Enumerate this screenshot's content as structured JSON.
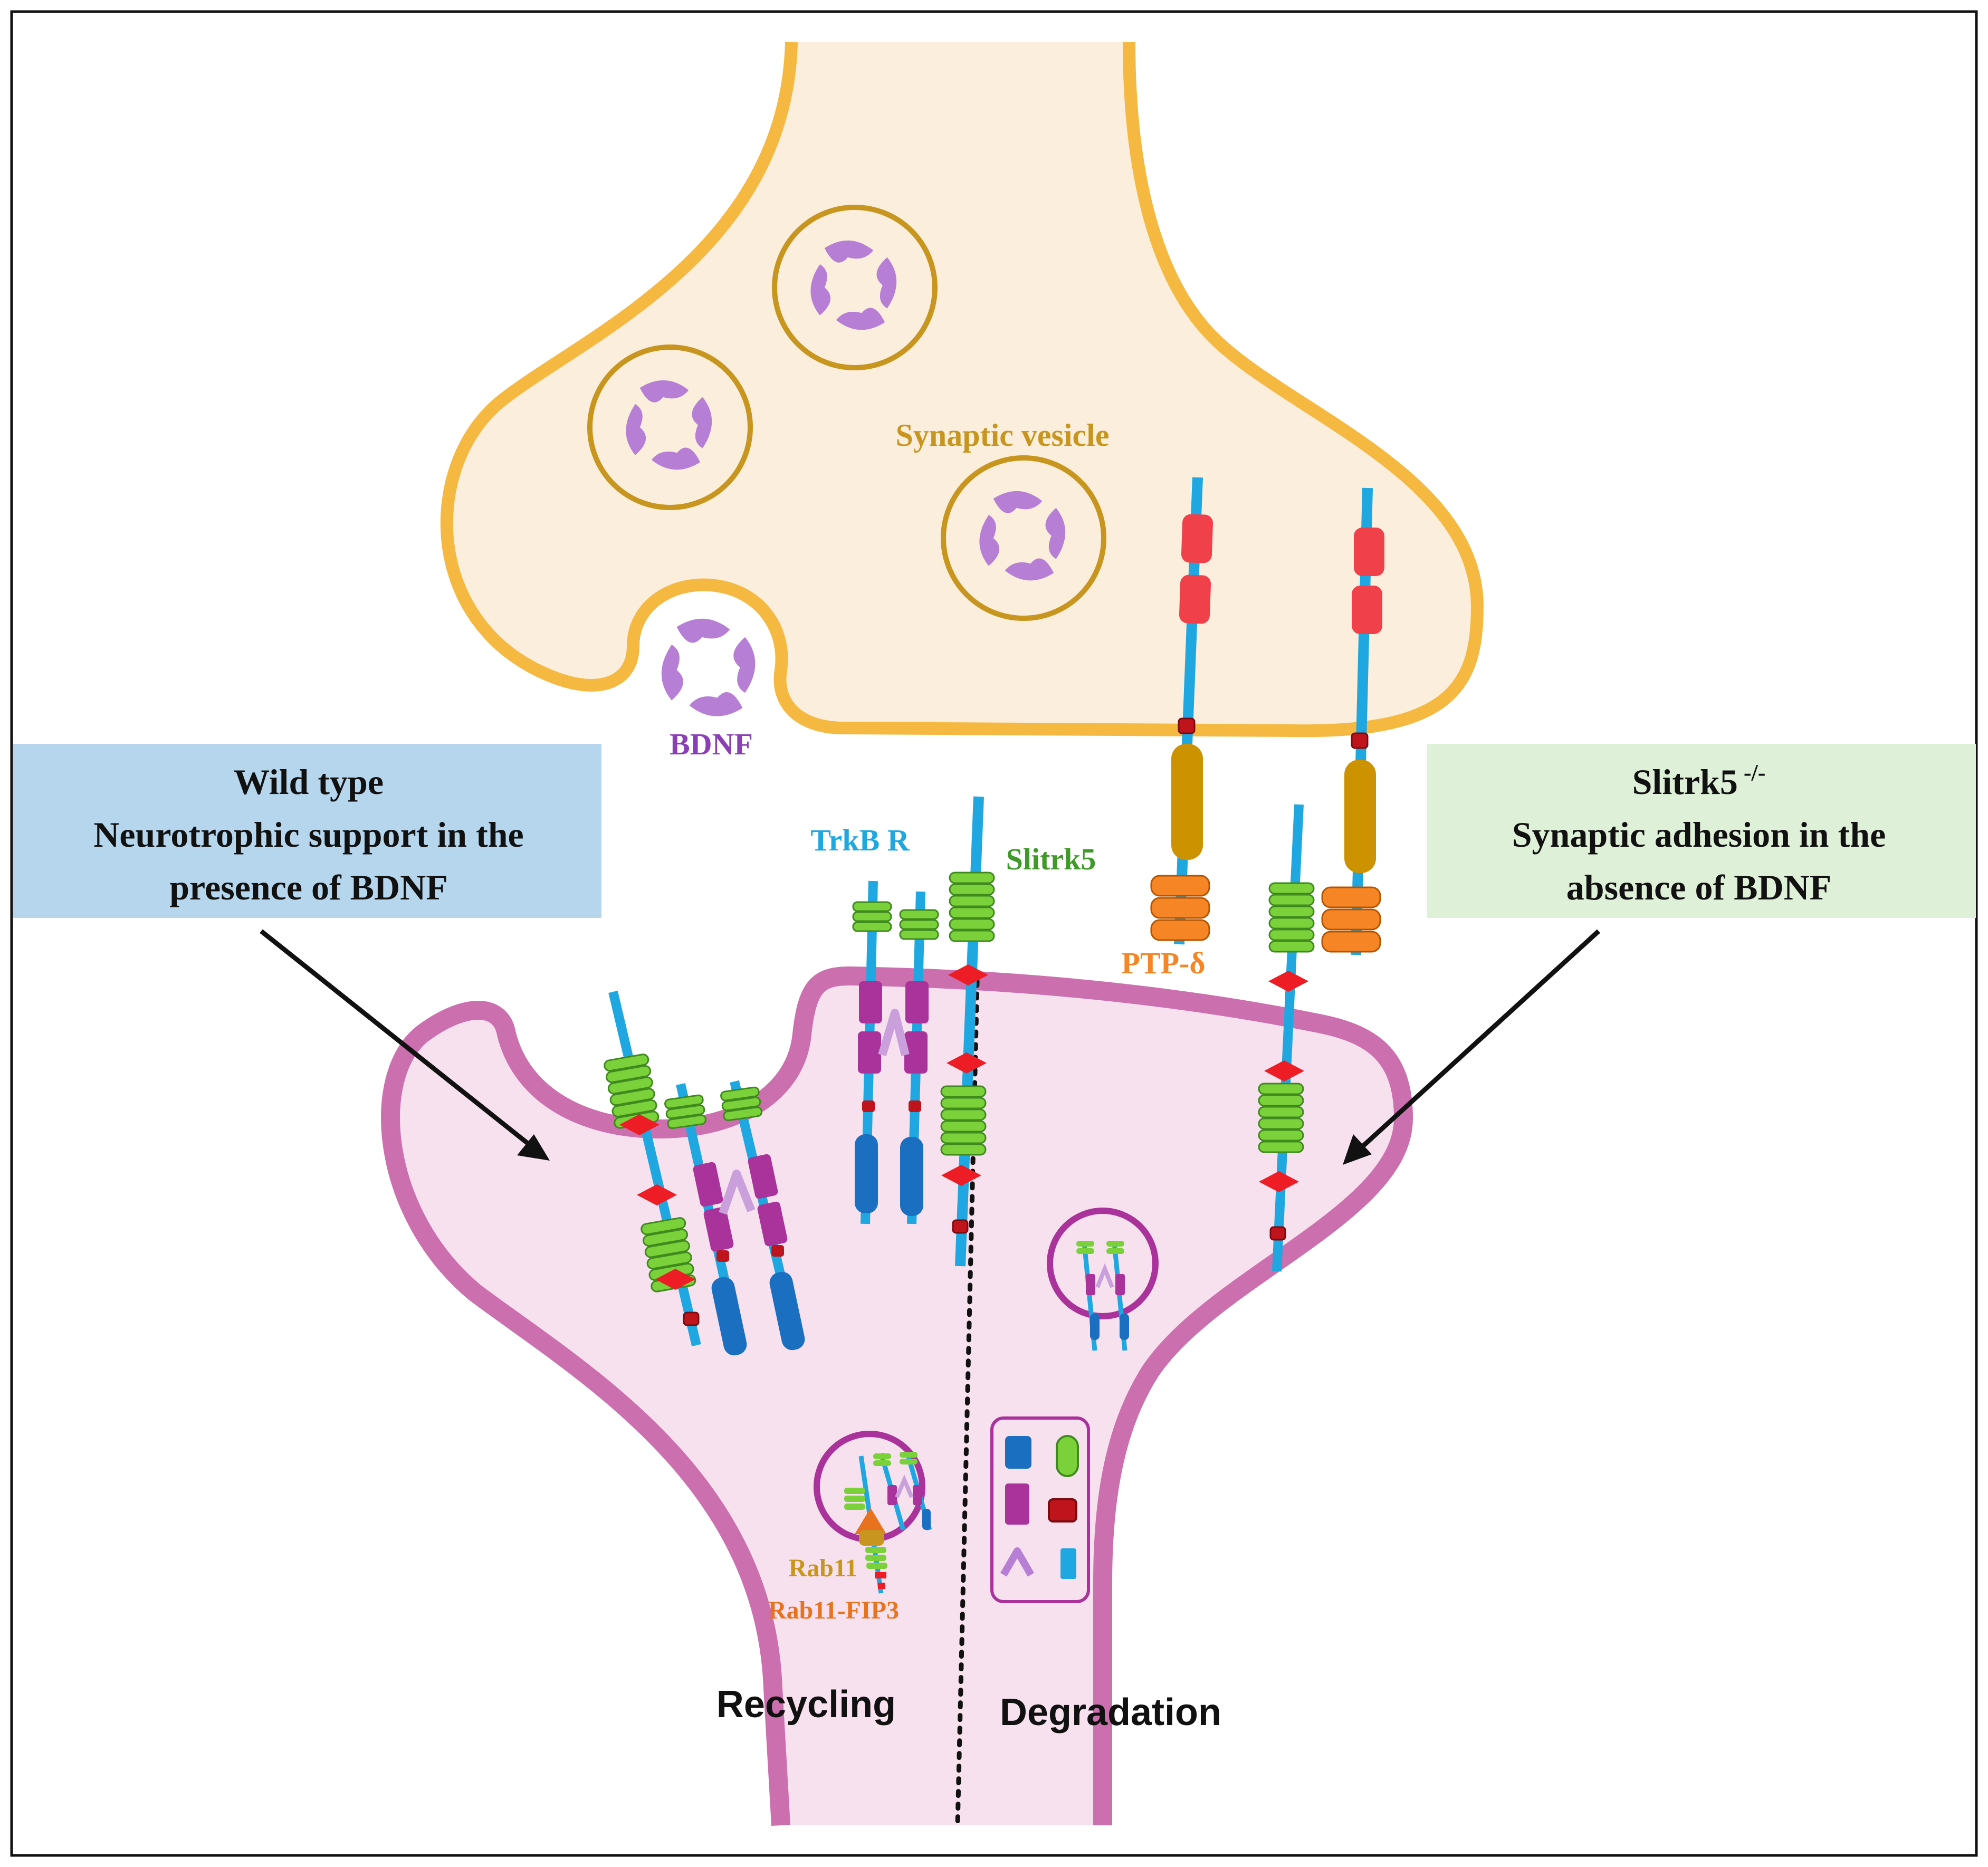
{
  "labels": {
    "synaptic_vesicle": "Synaptic vesicle",
    "bdnf": "BDNF",
    "trkb_r": "TrkB R",
    "slitrk5": "Slitrk5",
    "ptp_sigma": "PTP-δ",
    "rab11": "Rab11",
    "rab11_fip3": "Rab11-FIP3",
    "recycling": "Recycling",
    "degradation": "Degradation"
  },
  "boxes": {
    "wild_type": {
      "line1": "Wild type",
      "line2": "Neurotrophic support in the",
      "line3": "presence of BDNF"
    },
    "knockout": {
      "line1_main": "Slitrk5",
      "line1_sup": " -/-",
      "line2": "Synaptic adhesion in the",
      "line3": "absence of BDNF"
    }
  },
  "colors": {
    "presynaptic_fill": "#fbeedc",
    "presynaptic_border": "#f5b942",
    "postsynaptic_fill": "#f8e1ef",
    "postsynaptic_border": "#cc6fae",
    "vesicle_border": "#c8961e",
    "bdnf": "#b77ed6",
    "receptor_line": "#1ea7e1",
    "trk_domain": "#1b6fc0",
    "magenta_domain": "#a9329b",
    "slitrk_green": "#7bd13a",
    "diamond_red": "#ee1c24",
    "ptp_red": "#f0414b",
    "ptp_gold": "#cc9200",
    "ptp_orange": "#f68526",
    "box_blue": "#b6d6ee",
    "box_green": "#dff0d8",
    "label_trkb": "#1ea7e1",
    "label_slitrk5": "#3f9a2a",
    "label_ptp": "#f68526",
    "label_vesicle": "#c8961e",
    "label_bdnf": "#8a3fb7",
    "label_rab11": "#c8961e",
    "label_fip3": "#e8731e"
  }
}
